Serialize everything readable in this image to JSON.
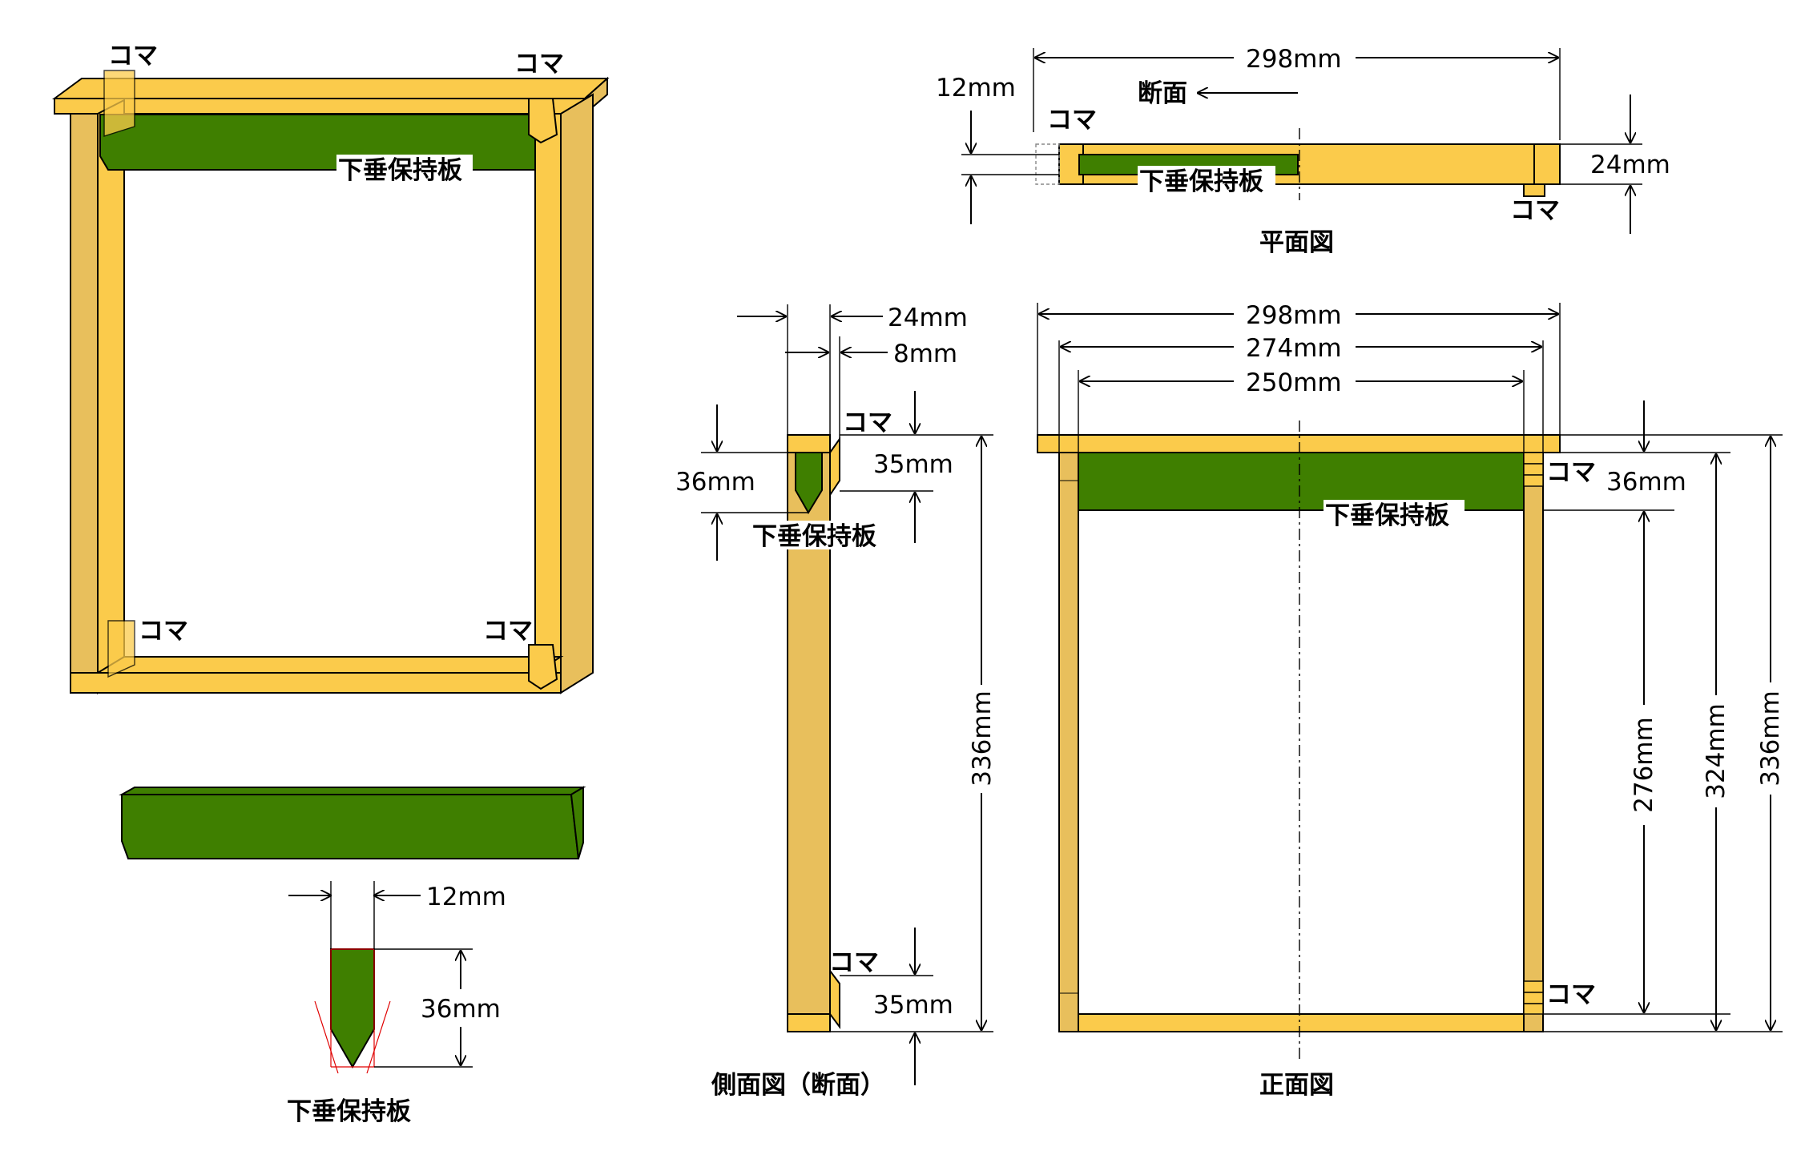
{
  "colors": {
    "wood": "#FBCB4B",
    "wood_shade": "#E8BF5C",
    "board": "#3F7F00",
    "outline": "#000000",
    "guide_red": "#E00000"
  },
  "labels": {
    "koma": "コマ",
    "board": "下垂保持板",
    "section": "断面"
  },
  "titles": {
    "plan": "平面図",
    "side": "側面図（断面）",
    "front": "正面図",
    "board_section": "下垂保持板"
  },
  "dimensions": {
    "plan_width": "298mm",
    "plan_thickness_left": "12mm",
    "plan_thickness_right": "24mm",
    "side_width": "24mm",
    "side_inner": "8mm",
    "side_board": "36mm",
    "side_top_koma": "35mm",
    "side_bottom_koma": "35mm",
    "side_height": "336mm",
    "front_outer": "298mm",
    "front_mid": "274mm",
    "front_inner": "250mm",
    "front_board": "36mm",
    "front_276": "276mm",
    "front_324": "324mm",
    "front_336": "336mm",
    "board_width": "12mm",
    "board_height": "36mm"
  }
}
